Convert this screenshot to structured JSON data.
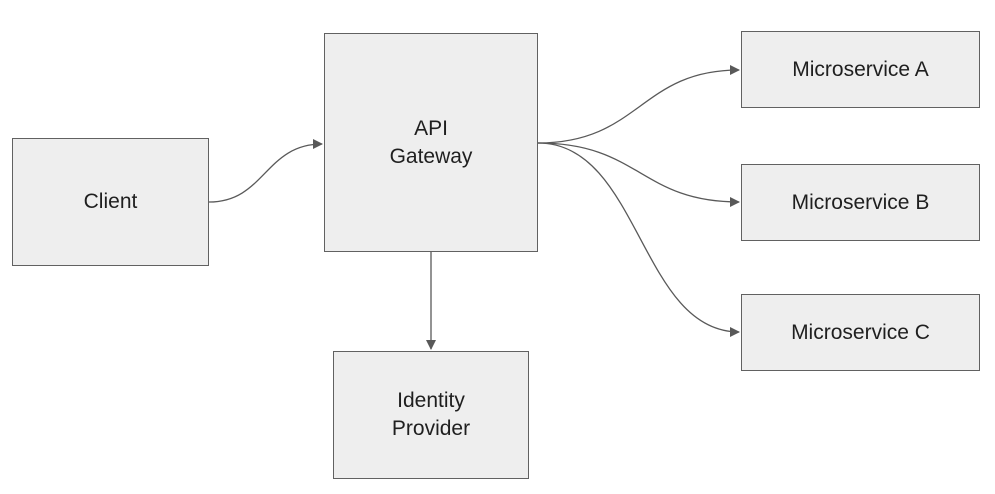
{
  "nodes": {
    "client": {
      "label": "Client"
    },
    "gateway": {
      "label": "API\nGateway"
    },
    "identity_provider": {
      "label": "Identity\nProvider"
    },
    "microservice_a": {
      "label": "Microservice A"
    },
    "microservice_b": {
      "label": "Microservice B"
    },
    "microservice_c": {
      "label": "Microservice C"
    }
  },
  "edges": [
    {
      "from": "client",
      "to": "gateway"
    },
    {
      "from": "gateway",
      "to": "microservice_a"
    },
    {
      "from": "gateway",
      "to": "microservice_b"
    },
    {
      "from": "gateway",
      "to": "microservice_c"
    },
    {
      "from": "gateway",
      "to": "identity_provider"
    }
  ],
  "colors": {
    "node_fill": "#eeeeee",
    "node_border": "#616161",
    "edge": "#595959",
    "text": "#1f1f1f"
  }
}
